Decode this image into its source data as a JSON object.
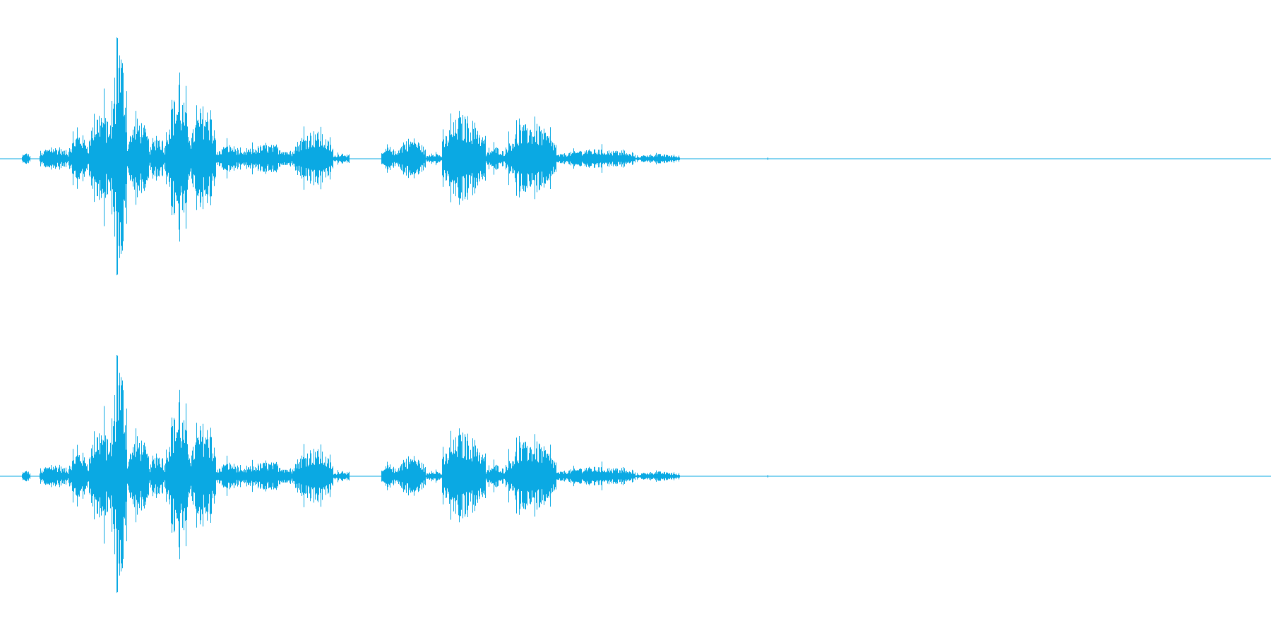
{
  "waveform": {
    "color": "#0aa9e3",
    "channel_count": 2,
    "channels": [
      {
        "label": ""
      },
      {
        "label": ""
      }
    ],
    "segments": [
      {
        "start": 0.017,
        "end": 0.024,
        "level": 0.05
      },
      {
        "start": 0.031,
        "end": 0.054,
        "level": 0.1
      },
      {
        "start": 0.054,
        "end": 0.07,
        "level": 0.22
      },
      {
        "start": 0.07,
        "end": 0.088,
        "level": 0.42
      },
      {
        "start": 0.088,
        "end": 0.1,
        "level": 0.98
      },
      {
        "start": 0.1,
        "end": 0.118,
        "level": 0.34
      },
      {
        "start": 0.118,
        "end": 0.13,
        "level": 0.2
      },
      {
        "start": 0.13,
        "end": 0.15,
        "level": 0.55
      },
      {
        "start": 0.15,
        "end": 0.17,
        "level": 0.45
      },
      {
        "start": 0.17,
        "end": 0.19,
        "level": 0.12
      },
      {
        "start": 0.19,
        "end": 0.23,
        "level": 0.12
      },
      {
        "start": 0.23,
        "end": 0.262,
        "level": 0.24
      },
      {
        "start": 0.262,
        "end": 0.275,
        "level": 0.05
      },
      {
        "start": 0.3,
        "end": 0.312,
        "level": 0.1
      },
      {
        "start": 0.312,
        "end": 0.335,
        "level": 0.18
      },
      {
        "start": 0.335,
        "end": 0.348,
        "level": 0.05
      },
      {
        "start": 0.348,
        "end": 0.382,
        "level": 0.37
      },
      {
        "start": 0.382,
        "end": 0.398,
        "level": 0.1
      },
      {
        "start": 0.398,
        "end": 0.438,
        "level": 0.3
      },
      {
        "start": 0.438,
        "end": 0.5,
        "level": 0.08
      },
      {
        "start": 0.5,
        "end": 0.535,
        "level": 0.04
      }
    ],
    "blip": {
      "position": 0.604,
      "level": 0.01
    }
  }
}
